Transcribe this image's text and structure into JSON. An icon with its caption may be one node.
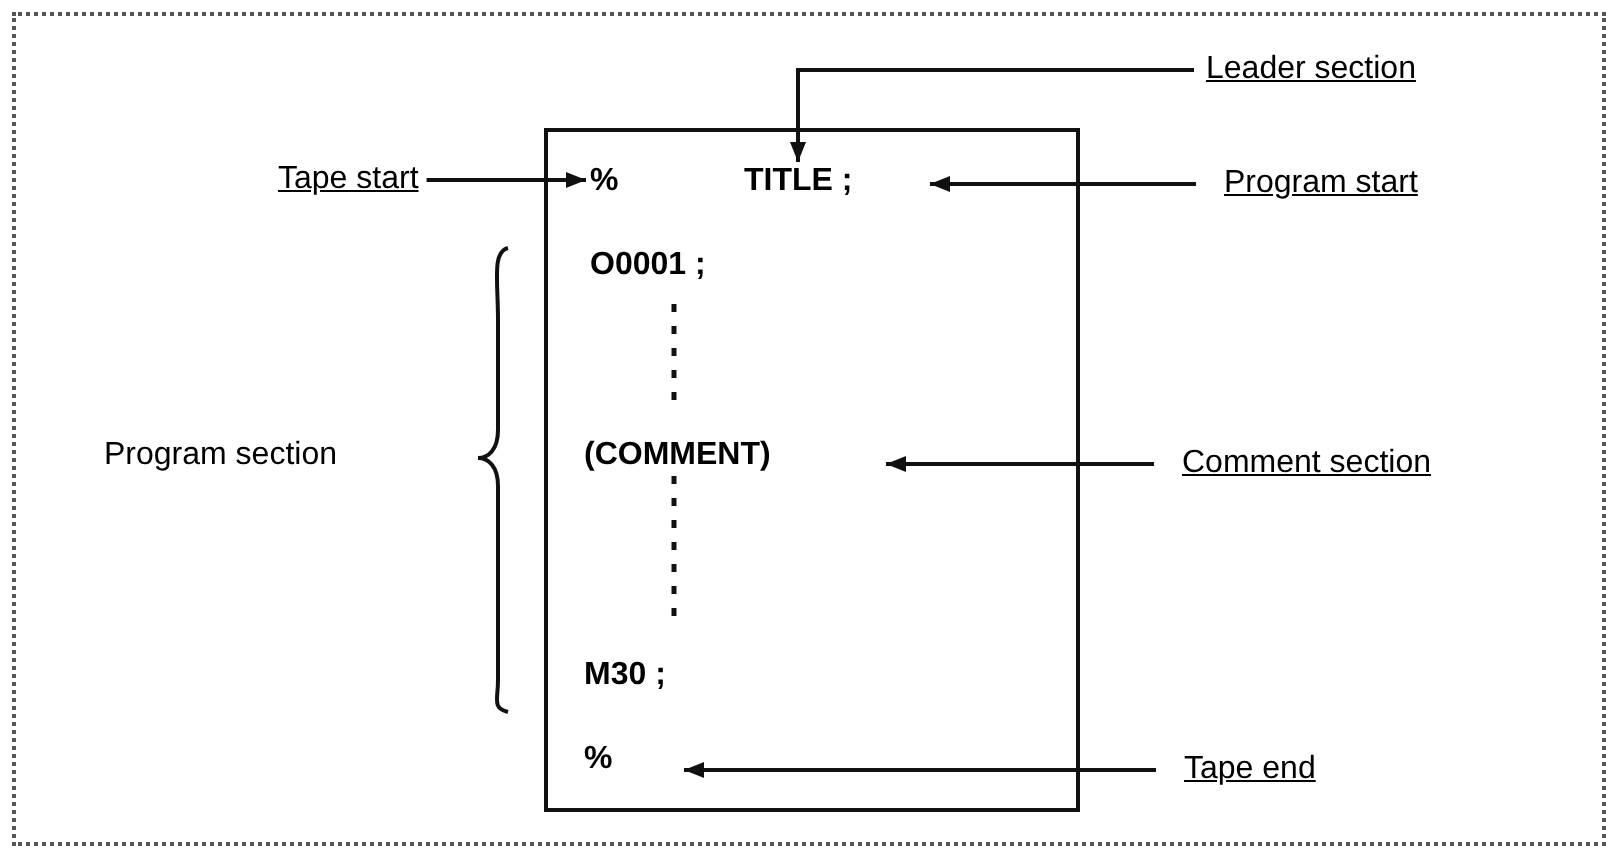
{
  "diagram": {
    "nodes": [
      {
        "text": [],
        "shape": "box"
      },
      {
        "text": [
          "%"
        ],
        "in": 0
      },
      {
        "text": [
          "TITLE ;"
        ],
        "in": 0
      },
      {
        "text": [
          "O0001 ;"
        ],
        "in": 0
      },
      {
        "text": [
          "(COMMENT)"
        ],
        "in": 0
      },
      {
        "text": [
          "M30 ;"
        ],
        "in": 0
      },
      {
        "text": [
          "%"
        ],
        "in": 0
      },
      {
        "text": [
          "Tape start"
        ]
      },
      {
        "text": [
          "Leader section"
        ]
      },
      {
        "text": [
          "Program start"
        ]
      },
      {
        "text": [
          "Comment section"
        ]
      },
      {
        "text": [
          "Tape end"
        ]
      }
    ],
    "edges": [
      {
        "from": 7,
        "to": 1,
        "arrow": "to"
      },
      {
        "from": 8,
        "to": 2,
        "arrow": "to"
      },
      {
        "from": 9,
        "to": 2,
        "arrow": "to"
      },
      {
        "from": 10,
        "to": 4,
        "arrow": "to"
      },
      {
        "from": 11,
        "to": 6,
        "arrow": "to"
      }
    ],
    "labels": [
      "Program section"
    ]
  }
}
